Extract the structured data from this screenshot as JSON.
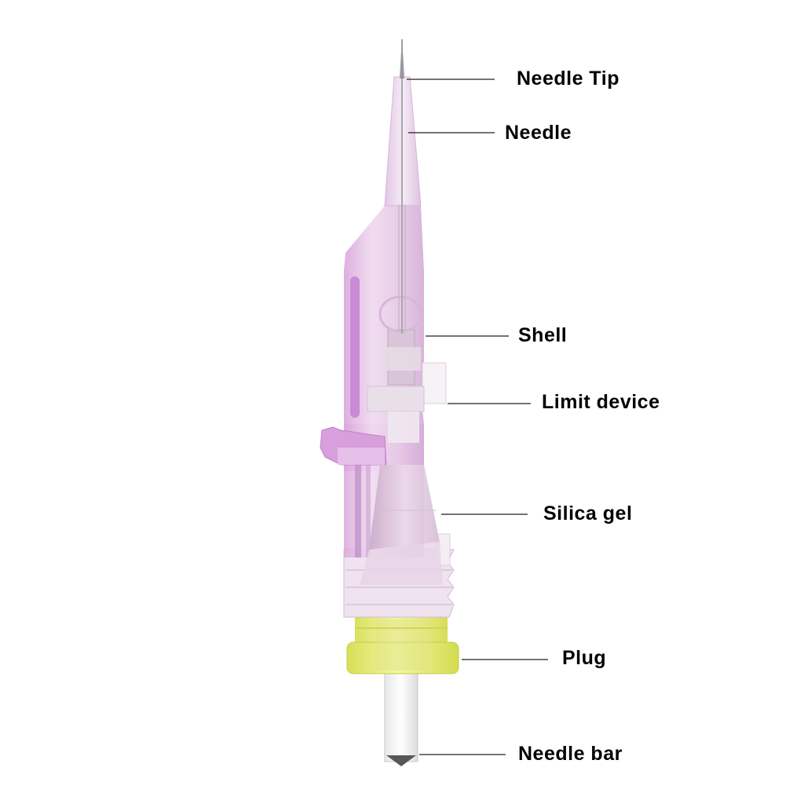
{
  "labels": {
    "needle_tip": "Needle Tip",
    "needle": "Needle",
    "shell": "Shell",
    "limit_device": "Limit device",
    "silica_gel": "Silica gel",
    "plug": "Plug",
    "needle_bar": "Needle bar"
  },
  "colors": {
    "shell_pink": "#e3c2e2",
    "shell_magenta": "#c77fd0",
    "plug_yellow": "#e8ef7a",
    "limit_white": "#f3eef3",
    "needle_gray": "#9a97a0",
    "leader_line": "#222222",
    "text": "#000000"
  }
}
